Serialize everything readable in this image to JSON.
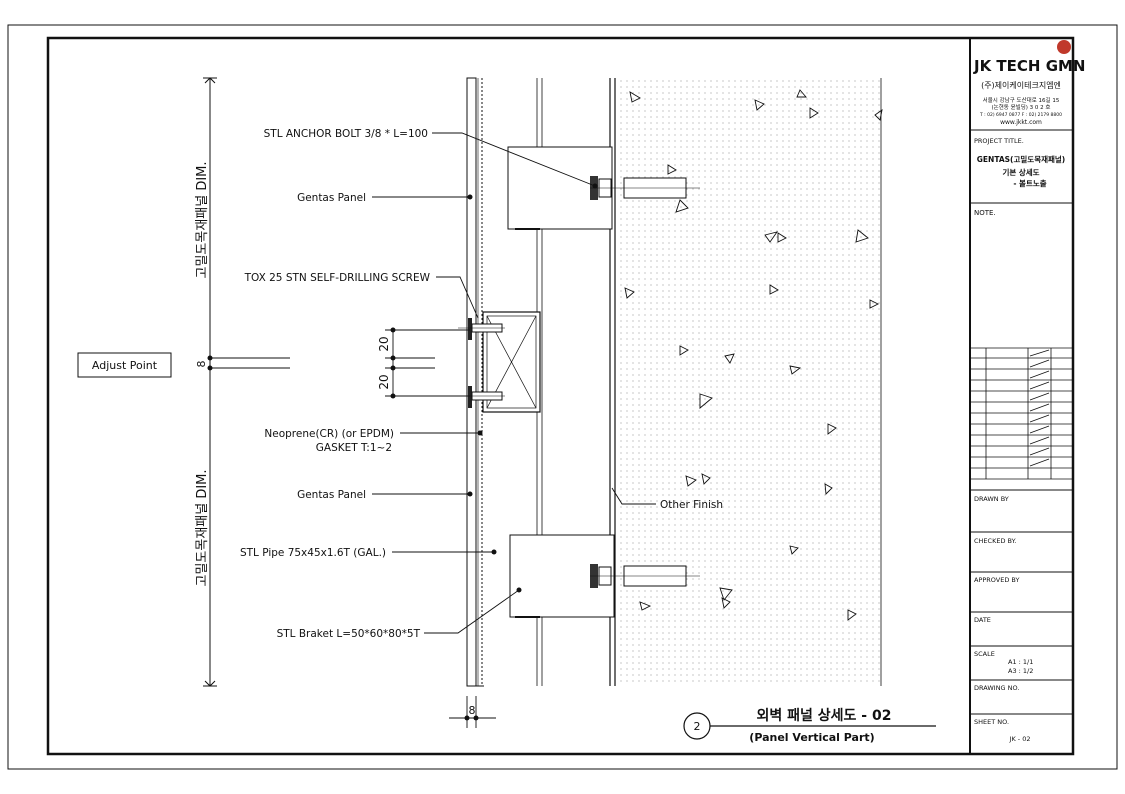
{
  "callouts": {
    "anchor_bolt": "STL ANCHOR BOLT  3/8 * L=100",
    "gentas_top": "Gentas Panel",
    "screw": "TOX 25 STN SELF-DRILLING SCREW",
    "gasket_line1": "Neoprene(CR) (or EPDM)",
    "gasket_line2": "GASKET T:1~2",
    "gentas_bottom": "Gentas Panel",
    "pipe": "STL Pipe 75x45x1.6T (GAL.)",
    "bracket": "STL Braket L=50*60*80*5T",
    "other_finish": "Other Finish"
  },
  "adjust_point": "Adjust Point",
  "dimensions": {
    "vertical_top": "고밀도목재패널 DIM.",
    "vertical_bottom": "고밀도목재패널 DIM.",
    "gap": "8",
    "spacing_upper": "20",
    "spacing_lower": "20",
    "bottom_gap": "8"
  },
  "drawing_title": {
    "number": "2",
    "title": "외벽 패널 상세도 - 02",
    "subtitle": "(Panel Vertical Part)"
  },
  "title_block": {
    "company_logo": "JK TECH GMN",
    "company_name": "(주)제이케이테크지엠엔",
    "address_line1": "서울시 강남구 도산대로 16길 15",
    "address_line2": "(논현동 윤빌딩) 3 0 2 호",
    "address_line3": "T : 02) 6947   0877  F : 02) 2179  8800",
    "website": "www.jkkt.com",
    "project_title_label": "PROJECT TITLE.",
    "project_line1": "GENTAS(고밀도목재패널)",
    "project_line2": "기본 상세도",
    "project_line3": "- 볼트노출",
    "note_label": "NOTE.",
    "drawn_by_label": "DRAWN BY",
    "checked_by_label": "CHECKED BY.",
    "approved_by_label": "APPROVED BY",
    "date_label": "DATE",
    "scale_label": "SCALE",
    "scale_a1": "A1 : 1/1",
    "scale_a3": "A3 : 1/2",
    "drawing_no_label": "DRAWING NO.",
    "sheet_no_label": "SHEET NO.",
    "sheet_no": "JK - 02"
  },
  "colors": {
    "line": "#111111",
    "logo_red": "#c0392b"
  }
}
